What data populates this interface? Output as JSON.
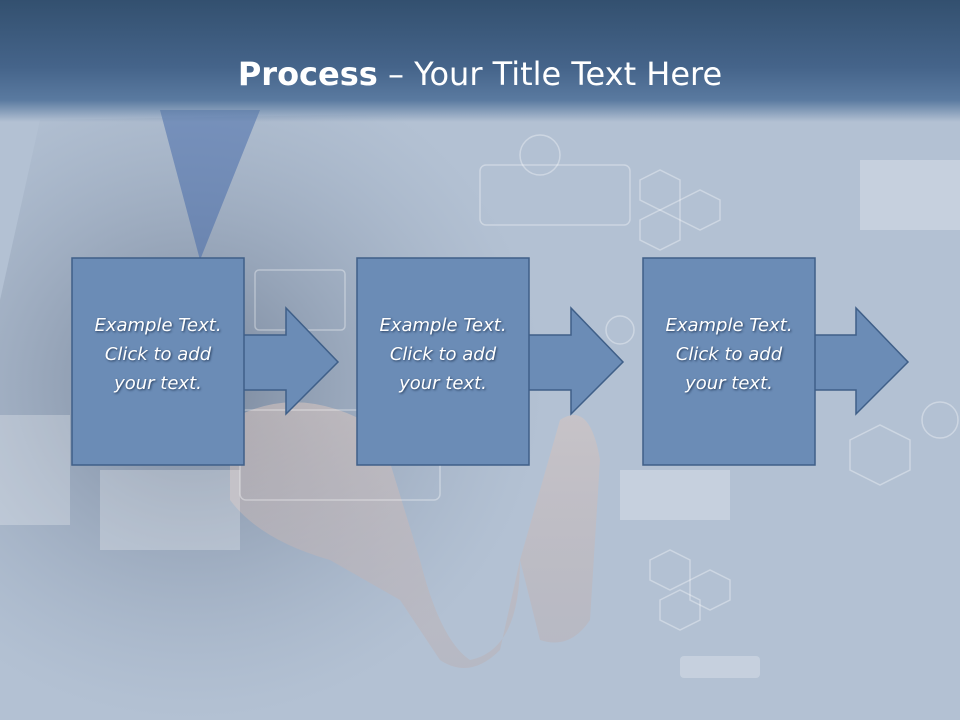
{
  "title": {
    "bold": "Process",
    "rest": " – Your Title Text Here"
  },
  "colors": {
    "box_fill": "#6b8cb6",
    "box_stroke": "#3f5f88",
    "title_bar": "#3d5a80",
    "title_text": "#ffffff"
  },
  "steps": [
    {
      "lines": [
        "Example Text.",
        "Click  to add",
        "your text."
      ]
    },
    {
      "lines": [
        "Example Text.",
        "Click  to add",
        "your text."
      ]
    },
    {
      "lines": [
        "Example Text.",
        "Click  to add",
        "your text."
      ]
    }
  ]
}
